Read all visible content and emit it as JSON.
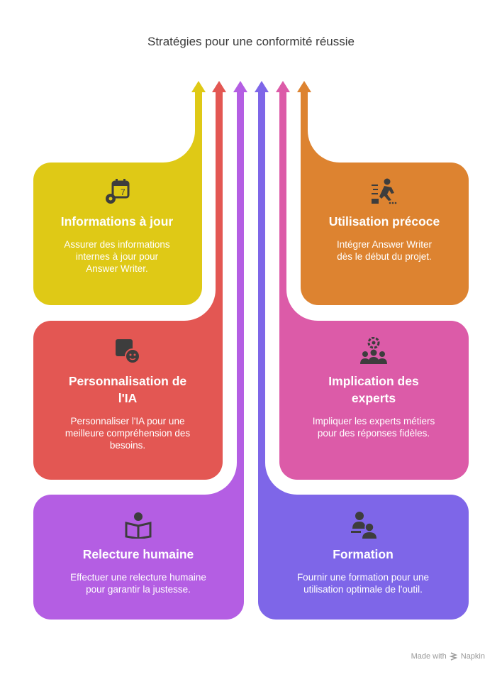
{
  "title": "Stratégies pour une conformité réussie",
  "colors": {
    "yellow": "#DFC916",
    "red": "#E35753",
    "purple": "#B45EE3",
    "blue": "#7E66E8",
    "pink": "#DC5BA8",
    "orange": "#DD8330",
    "icon": "#3d3d3d"
  },
  "items": [
    {
      "title": "Informations à jour",
      "body": "Assurer des informations\ninternes à jour pour\nAnswer Writer.",
      "icon": "calendar-gear-icon"
    },
    {
      "title": "Personnalisation de\nl'IA",
      "body": "Personnaliser l'IA pour une\nmeilleure compréhension des\nbesoins.",
      "icon": "puzzle-face-icon"
    },
    {
      "title": "Relecture humaine",
      "body": "Effectuer une relecture humaine\npour garantir la justesse.",
      "icon": "reader-book-icon"
    },
    {
      "title": "Formation",
      "body": "Fournir une formation pour une\nutilisation optimale de l'outil.",
      "icon": "teacher-student-icon"
    },
    {
      "title": "Implication des\nexperts",
      "body": "Impliquer les experts métiers\npour des réponses fidèles.",
      "icon": "expert-team-icon"
    },
    {
      "title": "Utilisation précoce",
      "body": "Intégrer Answer Writer\ndès le début du projet.",
      "icon": "runner-start-icon"
    }
  ],
  "footer": {
    "made_with": "Made with",
    "brand": "Napkin"
  }
}
